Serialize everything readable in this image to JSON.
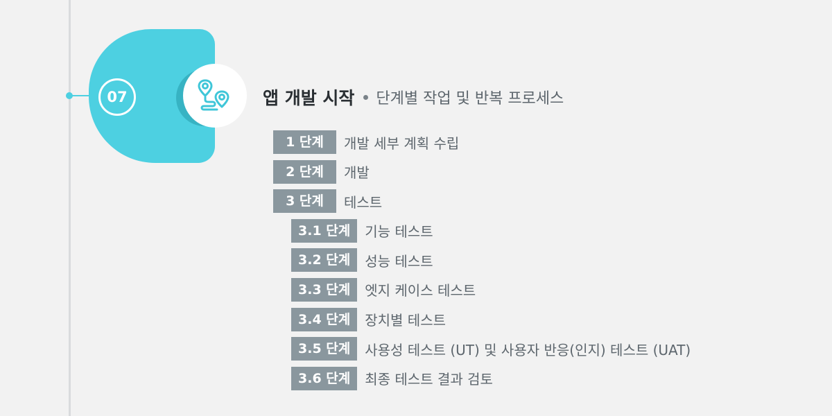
{
  "section": {
    "number": "07",
    "icon": "map-route-icon",
    "title": "앱 개발 시작",
    "subtitle": "단계별 작업 및 반복 프로세스"
  },
  "colors": {
    "accent": "#4dd0e1",
    "badge": "#8a979e",
    "background": "#f2f2f2"
  },
  "steps": [
    {
      "badge": "1 단계",
      "label": "개발 세부 계획 수립"
    },
    {
      "badge": "2 단계",
      "label": "개발"
    },
    {
      "badge": "3 단계",
      "label": "테스트"
    }
  ],
  "substeps": [
    {
      "badge": "3.1 단계",
      "label": "기능 테스트"
    },
    {
      "badge": "3.2 단계",
      "label": "성능 테스트"
    },
    {
      "badge": "3.3 단계",
      "label": "엣지 케이스 테스트"
    },
    {
      "badge": "3.4 단계",
      "label": "장치별 테스트"
    },
    {
      "badge": "3.5 단계",
      "label": "사용성 테스트 (UT) 및 사용자 반응(인지) 테스트 (UAT)"
    },
    {
      "badge": "3.6 단계",
      "label": "최종 테스트 결과 검토"
    }
  ]
}
